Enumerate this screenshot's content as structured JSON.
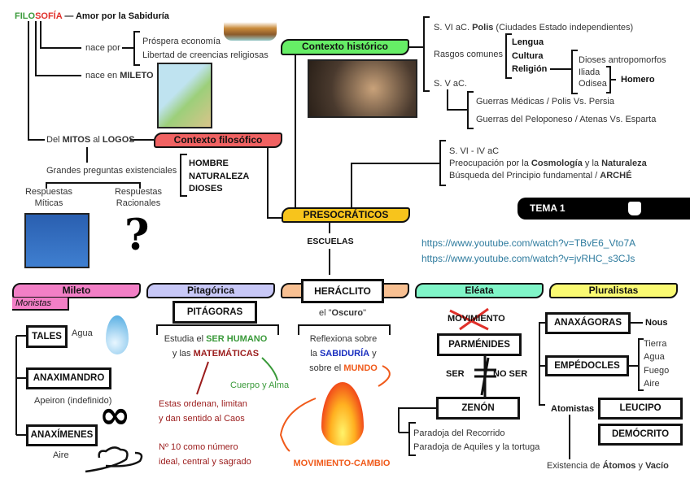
{
  "filosofia": {
    "filo": "FILO",
    "sofia": "SOFÍA",
    "definition": "— Amor por la Sabiduría",
    "nace_por": "nace por",
    "causes": [
      "Próspera economía",
      "Libertad de creencias religiosas"
    ],
    "nace_en": "nace en ",
    "mileto": "MILETO",
    "del": "Del ",
    "mitos": "MITOS",
    "al": " al ",
    "logos": "LOGOS"
  },
  "contexto_filosofico": {
    "title": "Contexto filosófico",
    "preguntas": "Grandes preguntas existenciales",
    "respuestas_miticas": [
      "Respuestas",
      "Míticas"
    ],
    "respuestas_racionales": [
      "Respuestas",
      "Racionales"
    ],
    "topics": [
      "HOMBRE",
      "NATURALEZA",
      "DIOSES"
    ],
    "question_mark": "?"
  },
  "contexto_historico": {
    "title": "Contexto histórico",
    "s6": "S. VI aC. ",
    "polis": "Polis",
    "polis_desc": " (Ciudades Estado independientes)",
    "rasgos": "Rasgos comunes",
    "rasgos_items": [
      "Lengua",
      "Cultura",
      "Religión"
    ],
    "religion_items": [
      "Dioses antropomorfos",
      "Iliada",
      "Odisea"
    ],
    "homero": "Homero",
    "s5": "S. V aC.",
    "guerras": [
      "Guerras Médicas / Polis Vs. Persia",
      "Guerras del Peloponeso / Atenas Vs. Esparta"
    ]
  },
  "presocraticos": {
    "title": "PRESOCRÁTICOS",
    "period": "S. VI - IV aC",
    "preoc_1": "Preocupación por la ",
    "cosmologia": "Cosmología",
    "preoc_2": " y la ",
    "naturaleza": "Naturaleza",
    "busqueda": "Búsqueda del Principio fundamental / ",
    "arche": "ARCHÉ",
    "escuelas": "ESCUELAS"
  },
  "tema": {
    "label": "TEMA 1"
  },
  "links": [
    "https://www.youtube.com/watch?v=TBvE6_Vto7A",
    "https://www.youtube.com/watch?v=jvRHC_s3CJs"
  ],
  "schools": {
    "mileto": {
      "title": "Mileto",
      "subtitle": "Monistas",
      "tales": "TALES",
      "agua": "Agua",
      "anaximandro": "ANAXIMANDRO",
      "apeiron": "Apeiron (indefinido)",
      "anaximenes": "ANAXÍMENES",
      "aire": "Aire",
      "color": "#f27fc6"
    },
    "pitagorica": {
      "title": "Pitagórica",
      "pitagoras": "PITÁGORAS",
      "estudia": "Estudia el ",
      "ser_humano": "SER HUMANO",
      "y_las": "y las ",
      "matematicas": "MATEMÁTICAS",
      "cuerpo_alma": "Cuerpo y Alma",
      "ordenan": [
        "Estas ordenan, limitan",
        "y dan sentido al Caos"
      ],
      "numero": [
        "Nº 10 como número",
        "ideal, central y sagrado"
      ],
      "color": "#c8c8f7"
    },
    "heraclito": {
      "title": "HERÁCLITO",
      "oscuro_1": "el \"",
      "oscuro": "Oscuro",
      "oscuro_2": "\"",
      "reflexiona": "Reflexiona sobre",
      "la": "la ",
      "sabiduria": "SABIDURÍA",
      "y": " y",
      "sobre": "sobre el ",
      "mundo": "MUNDO",
      "movimiento_cambio": "MOVIMIENTO-CAMBIO",
      "color": "#f8c092"
    },
    "eleata": {
      "title": "Eléata",
      "movimiento": "MOVIMIENTO",
      "parmenides": "PARMÉNIDES",
      "ser": "SER",
      "no_ser": "NO SER",
      "zenon": "ZENÓN",
      "paradojas": [
        "Paradoja del Recorrido",
        "Paradoja de Aquiles y la tortuga"
      ],
      "color": "#80f5c8"
    },
    "pluralistas": {
      "title": "Pluralistas",
      "anaxagoras": "ANAXÁGORAS",
      "nous": "Nous",
      "empedocles": "EMPÉDOCLES",
      "elements": [
        "Tierra",
        "Agua",
        "Fuego",
        "Aire"
      ],
      "atomistas": "Atomistas",
      "leucipo": "LEUCIPO",
      "democrito": "DEMÓCRITO",
      "existencia": "Existencia de ",
      "atomos": "Átomos",
      "y": " y ",
      "vacio": "Vacío",
      "color": "#fafa72"
    }
  },
  "colors": {
    "green": "#3a9a3a",
    "red": "#e0302a",
    "dark_red": "#9b1c1c",
    "blue": "#1a2fbf",
    "orange": "#f05a1a",
    "link": "#2e7b9e",
    "contexto_filosofico": "#f06262",
    "contexto_historico": "#66ee66",
    "presocraticos": "#f7c41c"
  }
}
